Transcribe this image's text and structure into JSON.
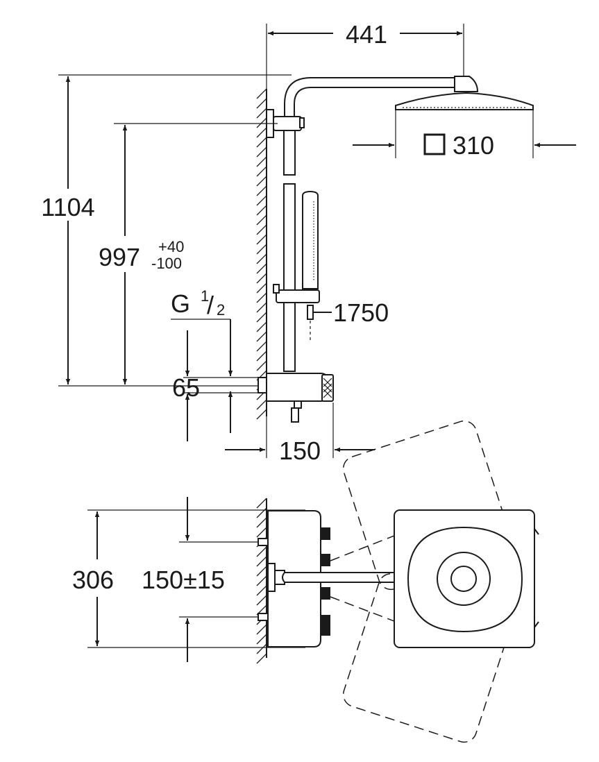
{
  "dimensions": {
    "arm_projection": "441",
    "total_height": "1104",
    "bar_height": "997",
    "bar_tol_plus": "+40",
    "bar_tol_minus": "-100",
    "thread_prefix": "G",
    "thread_num": "1",
    "thread_den": "2",
    "hose_length": "1750",
    "head_size": "310",
    "thermostat_height": "65",
    "thermostat_depth": "150",
    "plan_width": "306",
    "plan_centers": "150±15"
  },
  "icons": {
    "square_symbol": "square-size-icon"
  }
}
